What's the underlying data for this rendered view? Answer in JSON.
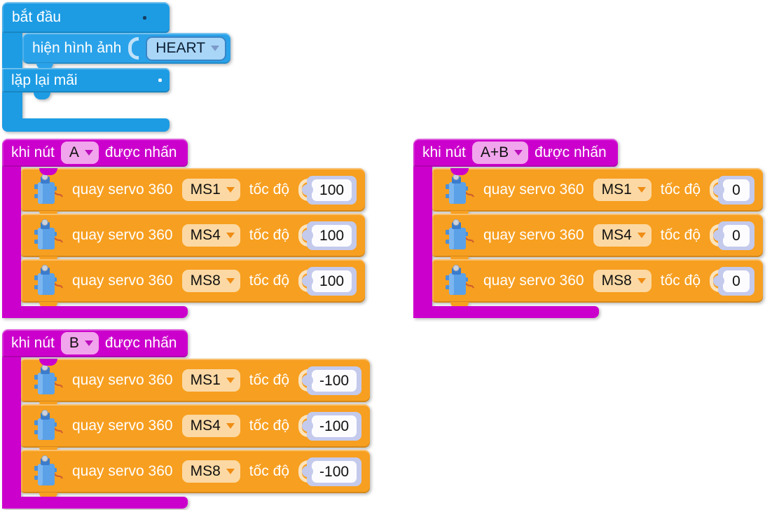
{
  "colors": {
    "blue": "#1d9ce4",
    "blue_light": "#2aa2e9",
    "magenta": "#cc00cc",
    "orange": "#f79f20",
    "slot": "#c4caec",
    "dd_blue": "#a9d6f7",
    "dd_pink": "#f1a5ec",
    "dd_orange": "#fcd9a4"
  },
  "icons": {
    "servo": "servo-icon",
    "dropdown_arrow": "dropdown-arrow-icon"
  },
  "start_block": {
    "header_label": "bắt đầu",
    "header_dot": "",
    "show_image": {
      "label": "hiện hình ảnh",
      "value": "HEART"
    },
    "forever_label": "lặp lại mãi",
    "forever_dot": ""
  },
  "event_groups": [
    {
      "header": {
        "prefix": "khi nút",
        "button": "A",
        "suffix": "được nhấn"
      },
      "rows": [
        {
          "label": "quay servo 360",
          "port": "MS1",
          "speed_label": "tốc độ",
          "value": "100"
        },
        {
          "label": "quay servo 360",
          "port": "MS4",
          "speed_label": "tốc độ",
          "value": "100"
        },
        {
          "label": "quay servo 360",
          "port": "MS8",
          "speed_label": "tốc độ",
          "value": "100"
        }
      ]
    },
    {
      "header": {
        "prefix": "khi nút",
        "button": "A+B",
        "suffix": "được nhấn"
      },
      "rows": [
        {
          "label": "quay servo 360",
          "port": "MS1",
          "speed_label": "tốc độ",
          "value": "0"
        },
        {
          "label": "quay servo 360",
          "port": "MS4",
          "speed_label": "tốc độ",
          "value": "0"
        },
        {
          "label": "quay servo 360",
          "port": "MS8",
          "speed_label": "tốc độ",
          "value": "0"
        }
      ]
    },
    {
      "header": {
        "prefix": "khi nút",
        "button": "B",
        "suffix": "được nhấn"
      },
      "rows": [
        {
          "label": "quay servo 360",
          "port": "MS1",
          "speed_label": "tốc độ",
          "value": "-100"
        },
        {
          "label": "quay servo 360",
          "port": "MS4",
          "speed_label": "tốc độ",
          "value": "-100"
        },
        {
          "label": "quay servo 360",
          "port": "MS8",
          "speed_label": "tốc độ",
          "value": "-100"
        }
      ]
    }
  ]
}
